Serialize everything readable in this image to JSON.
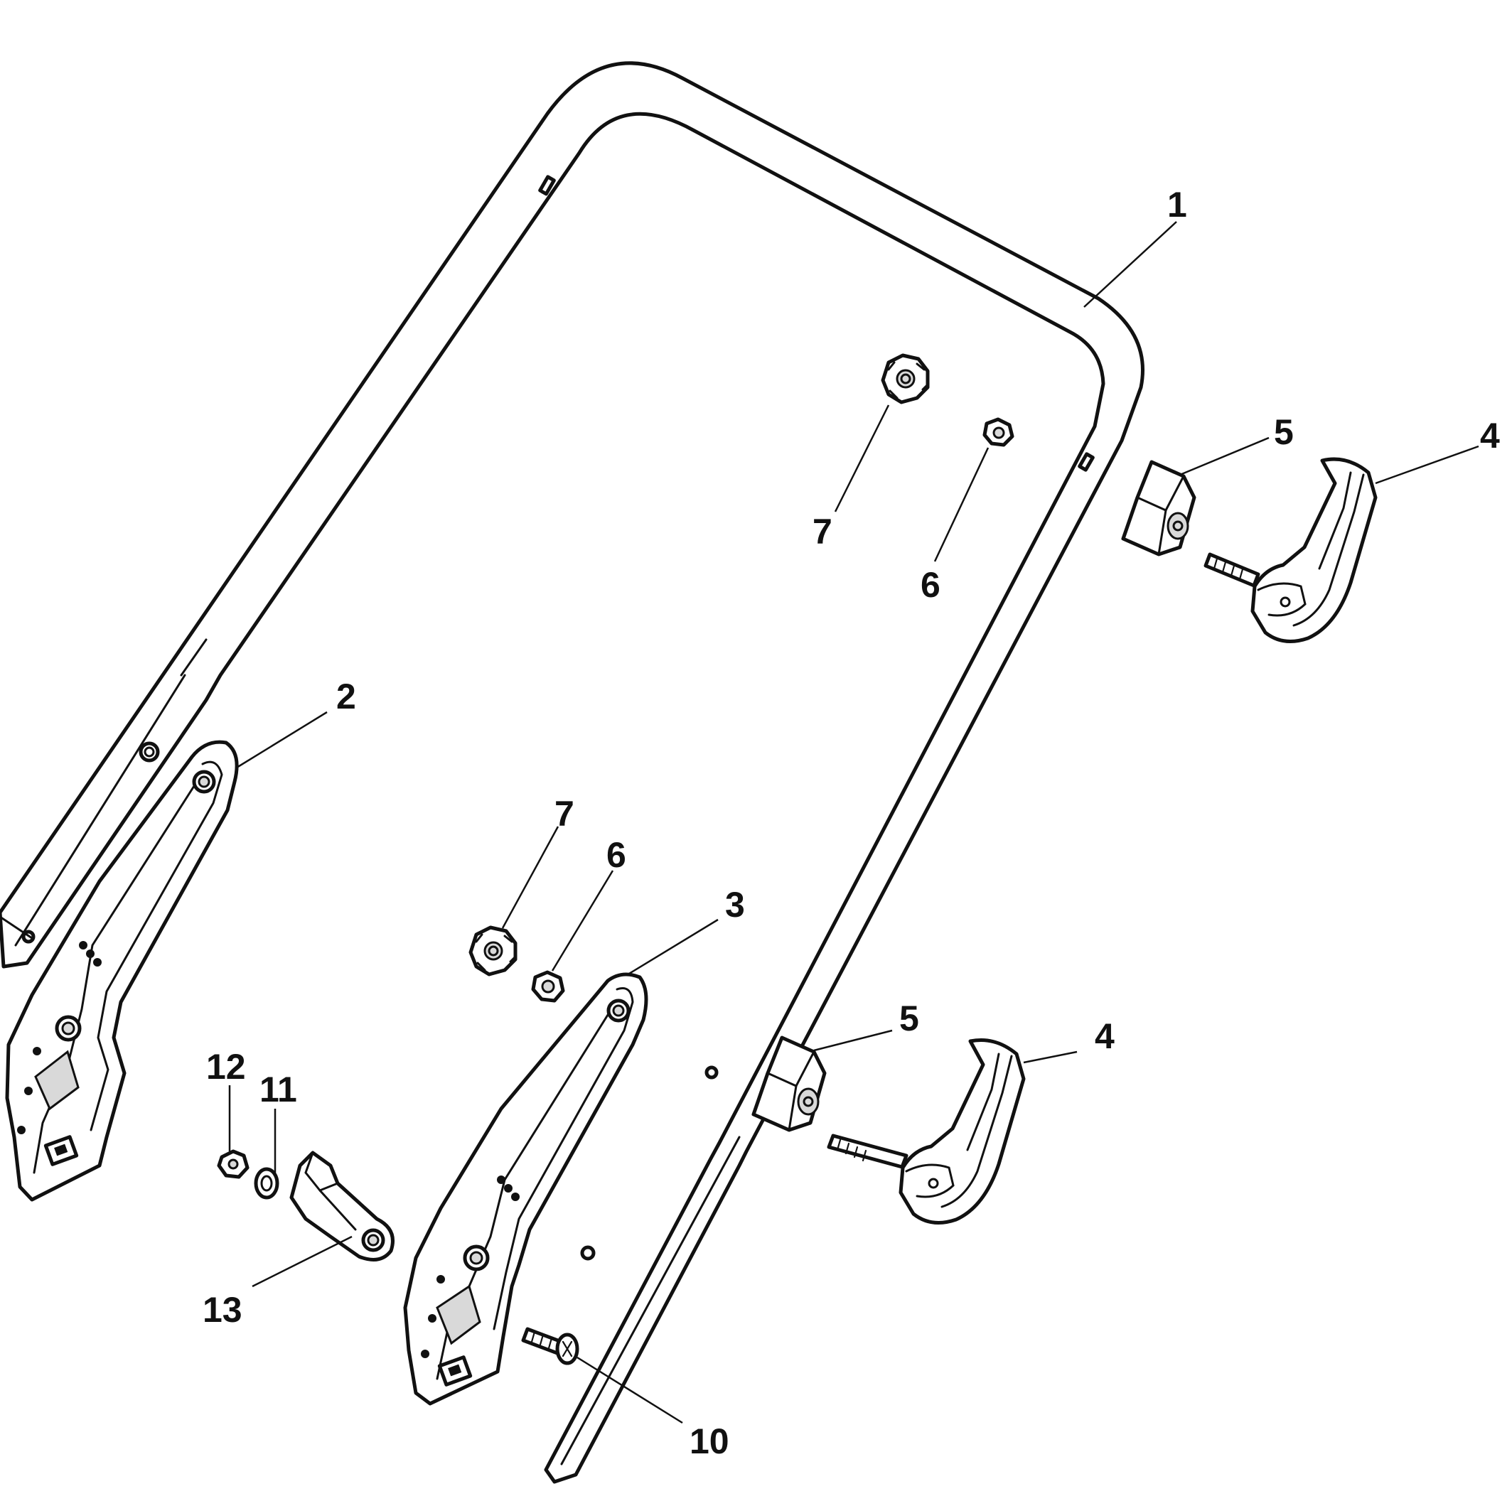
{
  "diagram": {
    "callouts": [
      {
        "id": "c1",
        "label": "1"
      },
      {
        "id": "c2",
        "label": "2"
      },
      {
        "id": "c3",
        "label": "3"
      },
      {
        "id": "c4a",
        "label": "4"
      },
      {
        "id": "c4b",
        "label": "4"
      },
      {
        "id": "c5a",
        "label": "5"
      },
      {
        "id": "c5b",
        "label": "5"
      },
      {
        "id": "c6a",
        "label": "6"
      },
      {
        "id": "c6b",
        "label": "6"
      },
      {
        "id": "c7a",
        "label": "7"
      },
      {
        "id": "c7b",
        "label": "7"
      },
      {
        "id": "c10",
        "label": "10"
      },
      {
        "id": "c11",
        "label": "11"
      },
      {
        "id": "c12",
        "label": "12"
      },
      {
        "id": "c13",
        "label": "13"
      }
    ]
  }
}
